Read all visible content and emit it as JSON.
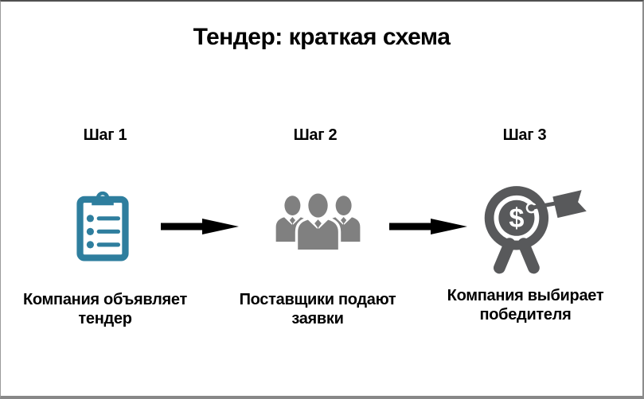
{
  "slide": {
    "title": "Тендер: краткая схема",
    "steps": [
      {
        "label": "Шаг 1",
        "icon": "clipboard-list-icon",
        "caption": "Компания объявляет тендер"
      },
      {
        "label": "Шаг 2",
        "icon": "team-icon",
        "caption": "Поставщики подают заявки"
      },
      {
        "label": "Шаг 3",
        "icon": "dollar-target-dart-icon",
        "caption": "Компания выбирает победителя"
      }
    ],
    "target_symbol": "$",
    "colors": {
      "clipboard": "#2e7e9e",
      "team": "#808080",
      "target": "#58595b",
      "arrow": "#000000",
      "text": "#000000"
    }
  }
}
